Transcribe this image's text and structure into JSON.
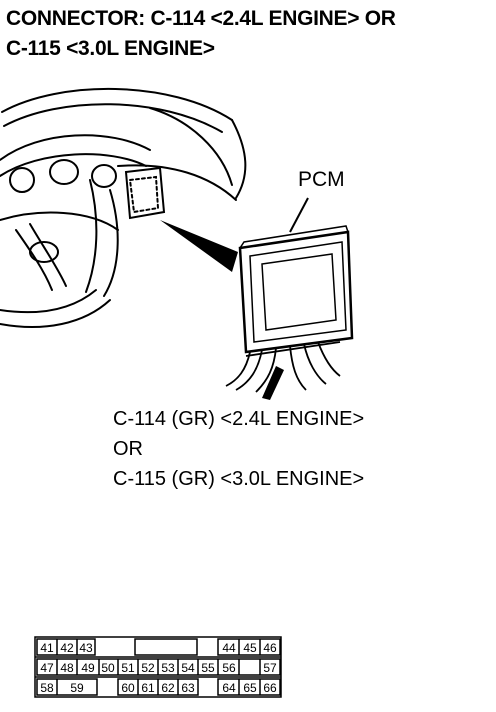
{
  "title": {
    "line1": "CONNECTOR: C-114 <2.4L ENGINE> OR",
    "line2": "C-115 <3.0L ENGINE>"
  },
  "diagram": {
    "pcm_label": "PCM",
    "caption": {
      "line1": "C-114 (GR) <2.4L ENGINE>",
      "line2": "OR",
      "line3": "C-115 (GR) <3.0L ENGINE>"
    }
  },
  "connector": {
    "row1": {
      "left": [
        "41",
        "42",
        "43"
      ],
      "right": [
        "44",
        "45",
        "46"
      ]
    },
    "row2": [
      "47",
      "48",
      "49",
      "50",
      "51",
      "52",
      "53",
      "54",
      "55",
      "56",
      "57"
    ],
    "row3": {
      "left": [
        "58",
        "59"
      ],
      "mid": [
        "60",
        "61",
        "62",
        "63"
      ],
      "right": [
        "64",
        "65",
        "66"
      ]
    }
  },
  "colors": {
    "ink": "#000000",
    "paper": "#ffffff"
  }
}
